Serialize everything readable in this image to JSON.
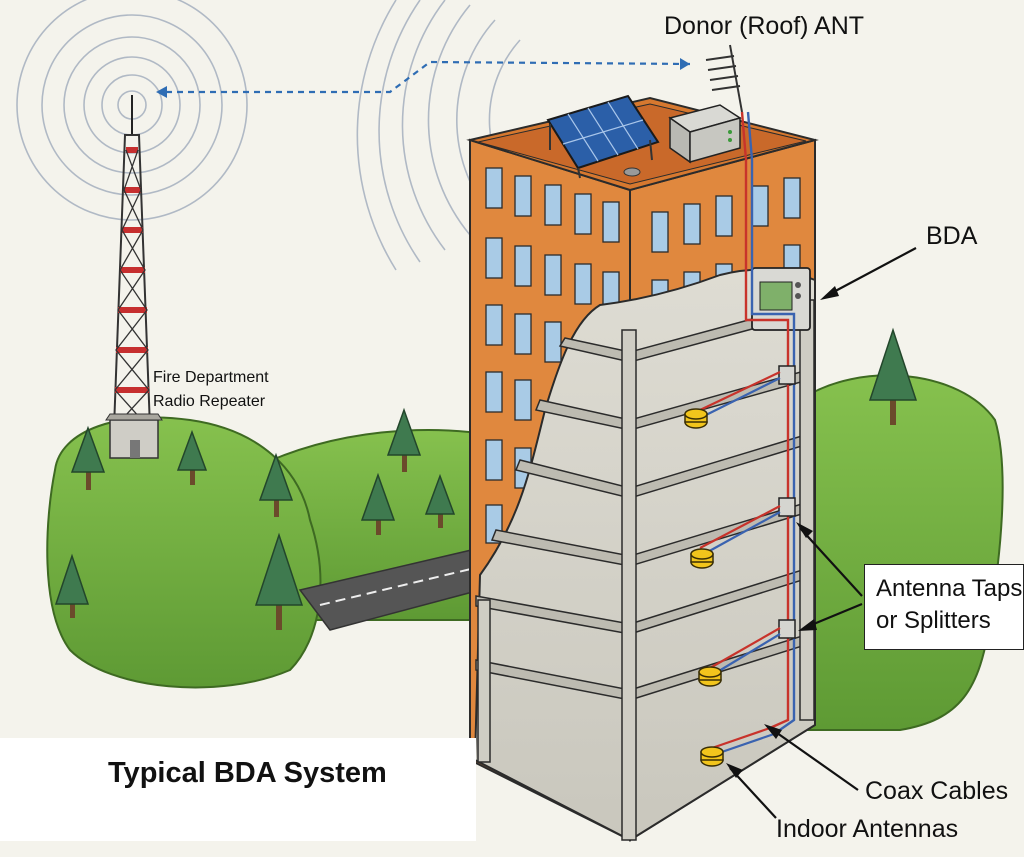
{
  "title": "Typical BDA System",
  "labels": {
    "donor_antenna": "Donor (Roof) ANT",
    "bda": "BDA",
    "repeater_line1": "Fire Department",
    "repeater_line2": "Radio Repeater",
    "taps_line1": "Antenna Taps",
    "taps_line2": "or Splitters",
    "coax": "Coax Cables",
    "indoor_antennas": "Indoor Antennas"
  },
  "colors": {
    "brick": "#e0883e",
    "concrete": "#d6d4ca",
    "grass": "#6fae3c",
    "tree": "#3f7a4f",
    "signal_link": "#2f6db4",
    "coax_red": "#c8332b",
    "coax_blue": "#3a63b0",
    "antenna_yellow": "#f2c51c"
  }
}
